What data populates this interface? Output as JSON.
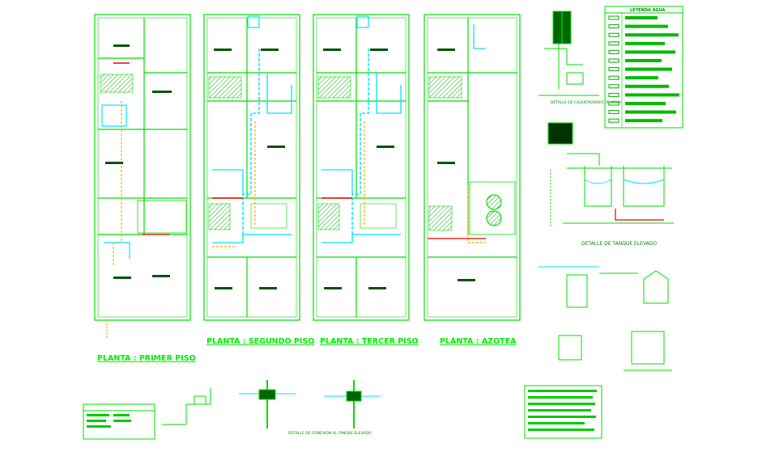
{
  "plans": [
    {
      "id": "primer",
      "title": "PLANTA : PRIMER PISO"
    },
    {
      "id": "segundo",
      "title": "PLANTA : SEGUNDO PISO"
    },
    {
      "id": "tercer",
      "title": "PLANTA : TERCER PISO"
    },
    {
      "id": "azotea",
      "title": "PLANTA : AZOTEA"
    }
  ],
  "details": {
    "calentadores": "DETALLE DE CALENTADORES DE AGUA",
    "tanque": "DETALLE DE TANQUE ELEVADO",
    "conexion": "DETALLE DE CONEXION AL TANQUE ELEVADO"
  },
  "legend": {
    "title": "LEYENDA AGUA",
    "rows": 13
  },
  "colors": {
    "wall": "#00dd00",
    "cold_water": "#00e5ff",
    "hot_water": "#ffaa00",
    "pipe_red": "#ee0000",
    "text_dark": "#005500"
  }
}
